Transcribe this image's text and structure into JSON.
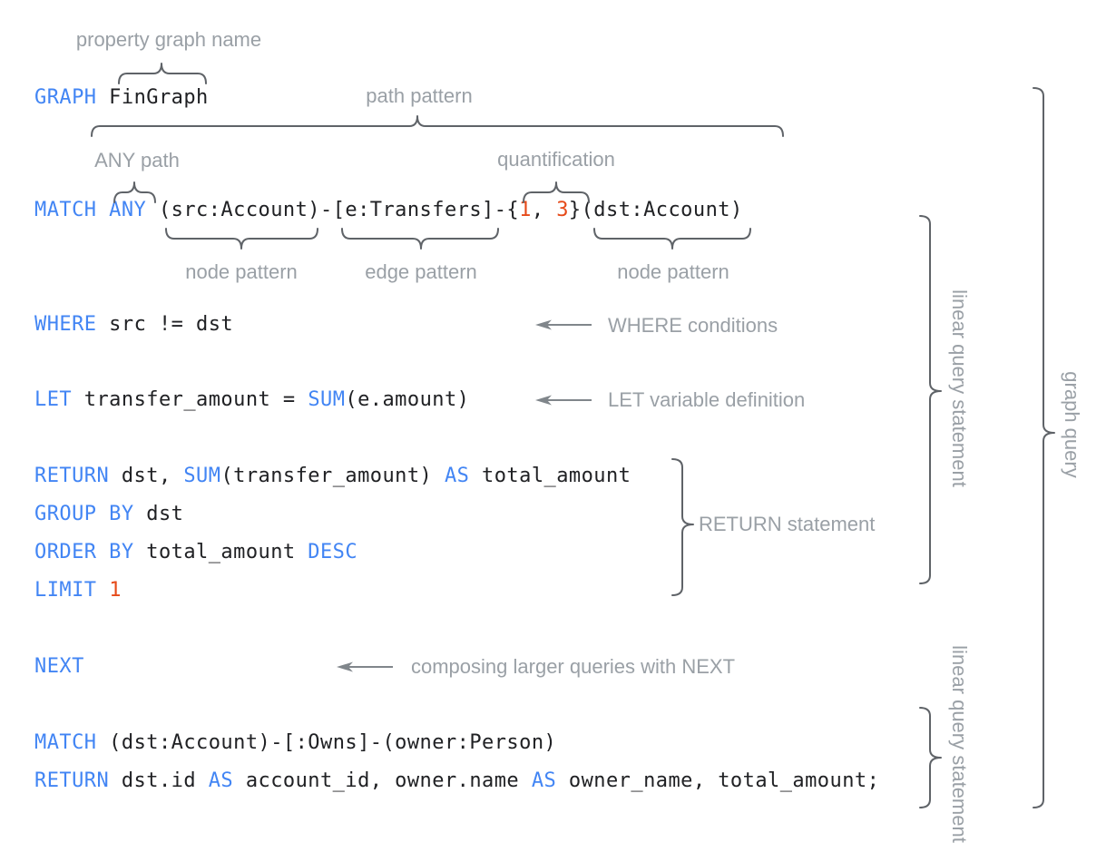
{
  "colors": {
    "keyword_blue": "#4285f4",
    "number_orange": "#e64a19",
    "code_dark": "#202124",
    "annotation_gray": "#9aa0a6",
    "brace_gray": "#5f6368",
    "arrow_gray": "#80868b",
    "background": "#ffffff"
  },
  "code_lines": [
    {
      "name": "graph-clause",
      "tokens": [
        {
          "t": "GRAPH",
          "c": "kw"
        },
        {
          "t": " FinGraph",
          "c": "pl"
        }
      ]
    },
    {
      "name": "match-clause",
      "tokens": [
        {
          "t": "MATCH ANY",
          "c": "kw"
        },
        {
          "t": " (src:Account)-[e:Transfers]-{",
          "c": "pl"
        },
        {
          "t": "1",
          "c": "num"
        },
        {
          "t": ", ",
          "c": "pl"
        },
        {
          "t": "3",
          "c": "num"
        },
        {
          "t": "}(dst:Account)",
          "c": "pl"
        }
      ]
    },
    {
      "name": "where-clause",
      "tokens": [
        {
          "t": "WHERE",
          "c": "kw"
        },
        {
          "t": " src != dst",
          "c": "pl"
        }
      ]
    },
    {
      "name": "let-clause",
      "tokens": [
        {
          "t": "LET",
          "c": "kw"
        },
        {
          "t": " transfer_amount = ",
          "c": "pl"
        },
        {
          "t": "SUM",
          "c": "kw"
        },
        {
          "t": "(e.amount)",
          "c": "pl"
        }
      ]
    },
    {
      "name": "return-clause",
      "tokens": [
        {
          "t": "RETURN",
          "c": "kw"
        },
        {
          "t": " dst, ",
          "c": "pl"
        },
        {
          "t": "SUM",
          "c": "kw"
        },
        {
          "t": "(transfer_amount) ",
          "c": "pl"
        },
        {
          "t": "AS",
          "c": "kw"
        },
        {
          "t": " total_amount",
          "c": "pl"
        }
      ]
    },
    {
      "name": "group-by-clause",
      "tokens": [
        {
          "t": "GROUP BY",
          "c": "kw"
        },
        {
          "t": " dst",
          "c": "pl"
        }
      ]
    },
    {
      "name": "order-by-clause",
      "tokens": [
        {
          "t": "ORDER BY",
          "c": "kw"
        },
        {
          "t": " total_amount ",
          "c": "pl"
        },
        {
          "t": "DESC",
          "c": "kw"
        }
      ]
    },
    {
      "name": "limit-clause",
      "tokens": [
        {
          "t": "LIMIT",
          "c": "kw"
        },
        {
          "t": " ",
          "c": "pl"
        },
        {
          "t": "1",
          "c": "num"
        }
      ]
    },
    {
      "name": "next-clause",
      "tokens": [
        {
          "t": "NEXT",
          "c": "kw"
        }
      ]
    },
    {
      "name": "match-owns-clause",
      "tokens": [
        {
          "t": "MATCH",
          "c": "kw"
        },
        {
          "t": " (dst:Account)-[:Owns]-(owner:Person)",
          "c": "pl"
        }
      ]
    },
    {
      "name": "return-final-clause",
      "tokens": [
        {
          "t": "RETURN",
          "c": "kw"
        },
        {
          "t": " dst.id ",
          "c": "pl"
        },
        {
          "t": "AS",
          "c": "kw"
        },
        {
          "t": " account_id, owner.name ",
          "c": "pl"
        },
        {
          "t": "AS",
          "c": "kw"
        },
        {
          "t": " owner_name, total_amount;",
          "c": "pl"
        }
      ]
    }
  ],
  "annotations": {
    "property_graph_name": "property graph name",
    "path_pattern": "path pattern",
    "any_path": "ANY path",
    "quantification": "quantification",
    "node_pattern_left": "node pattern",
    "edge_pattern": "edge pattern",
    "node_pattern_right": "node pattern",
    "where_conditions": "WHERE conditions",
    "let_variable_definition": "LET variable definition",
    "return_statement": "RETURN statement",
    "composing_next": "composing larger queries with NEXT",
    "linear_query_statement_top": "linear query statement",
    "graph_query": "graph query",
    "linear_query_statement_bottom": "linear query statement"
  }
}
